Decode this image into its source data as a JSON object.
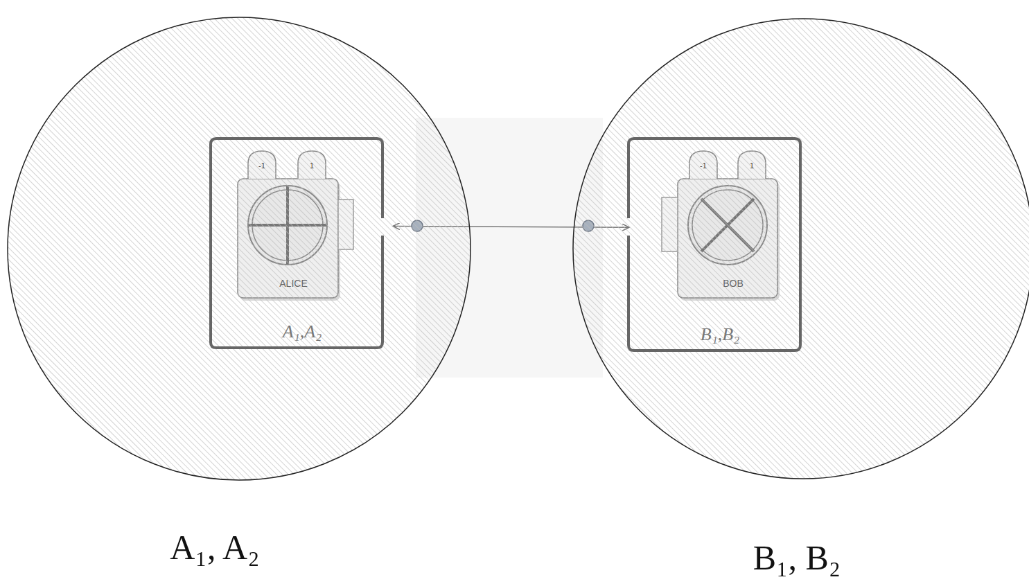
{
  "diagram": {
    "nodes": [
      {
        "text": [
          "A₁, A₂"
        ]
      },
      {
        "text": [
          "A₁,A₂"
        ],
        "in": 0
      },
      {
        "text": [
          "ALICE"
        ],
        "in": 1
      },
      {
        "text": [
          "B₁, B₂"
        ]
      },
      {
        "text": [
          "B₁,B₂"
        ],
        "in": 3
      },
      {
        "text": [
          "BOB"
        ],
        "in": 4
      }
    ],
    "edges": [
      {
        "from": 1,
        "to": 4,
        "arrow": "both"
      }
    ],
    "labels": [
      "-1",
      "1",
      "-1",
      "1"
    ]
  }
}
